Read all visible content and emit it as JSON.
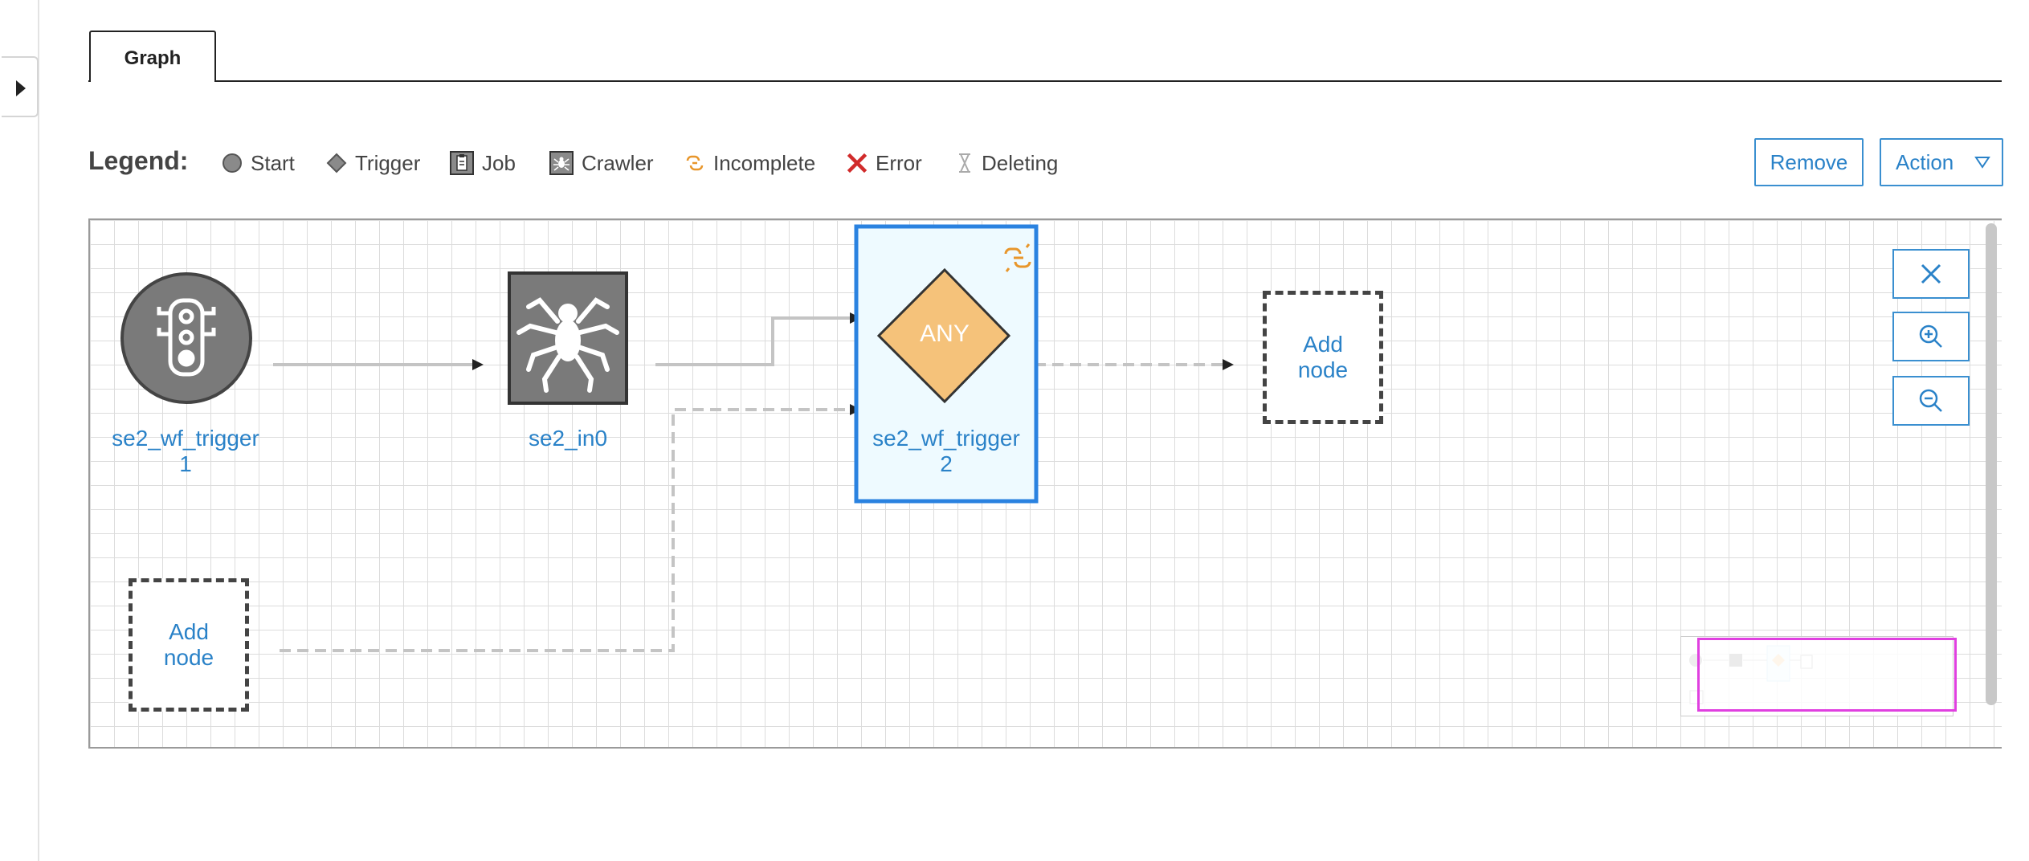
{
  "tabs": {
    "graph": "Graph"
  },
  "legend": {
    "title": "Legend:",
    "items": {
      "start": "Start",
      "trigger": "Trigger",
      "job": "Job",
      "crawler": "Crawler",
      "incomplete": "Incomplete",
      "error": "Error",
      "deleting": "Deleting"
    }
  },
  "toolbar": {
    "remove": "Remove",
    "action": "Action"
  },
  "graph": {
    "nodes": {
      "trigger1": {
        "label_line1": "se2_wf_trigger",
        "label_line2": "1"
      },
      "crawler": {
        "label": "se2_in0"
      },
      "trigger2": {
        "badge": "ANY",
        "label_line1": "se2_wf_trigger",
        "label_line2": "2"
      },
      "add_node_right": {
        "line1": "Add",
        "line2": "node"
      },
      "add_node_bottom": {
        "line1": "Add",
        "line2": "node"
      }
    }
  },
  "colors": {
    "accent": "#2a82c8",
    "selected_border": "#3a8fd0",
    "trigger_fill": "#f5c27a",
    "node_gray": "#7a7a7a",
    "incomplete": "#e8962b",
    "error": "#d12b2b",
    "minimap_viewport": "#e040e0"
  }
}
